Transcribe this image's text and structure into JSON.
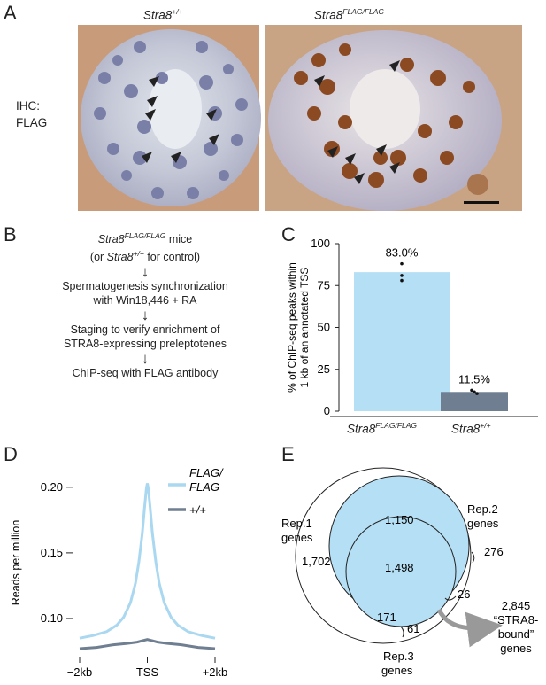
{
  "panel_a": {
    "label": "A",
    "col1": {
      "base": "Stra8",
      "sup": "+/+"
    },
    "col2": {
      "base": "Stra8",
      "sup": "FLAG/FLAG"
    },
    "row_label_1": "IHC:",
    "row_label_2": "FLAG"
  },
  "panel_b": {
    "label": "B",
    "step1_base": "Stra8",
    "step1_sup": "FLAG/FLAG",
    "step1_suffix": " mice",
    "step1b_prefix": "(or ",
    "step1b_base": "Stra8",
    "step1b_sup": "+/+",
    "step1b_suffix": " for control)",
    "step2a": "Spermatogenesis synchronization",
    "step2b": "with Win18,446 + RA",
    "step3a": "Staging to verify enrichment of",
    "step3b": "STRA8-expressing preleptotenes",
    "step4": "ChIP-seq with FLAG antibody",
    "arrow": "↓"
  },
  "panel_c": {
    "label": "C",
    "ylabel_1": "% of ChIP-seq peaks within",
    "ylabel_2": "1 kb of an annotated TSS",
    "chart_data": {
      "type": "bar",
      "categories": [
        "Stra8 FLAG/FLAG",
        "Stra8 +/+"
      ],
      "values": [
        83.0,
        11.5
      ],
      "value_labels": [
        "83.0%",
        "11.5%"
      ],
      "replicates": [
        [
          88,
          81,
          78
        ],
        [
          12.5,
          11.5,
          10.5
        ]
      ],
      "ylim": [
        0,
        100
      ],
      "yticks": [
        0,
        25,
        50,
        75,
        100
      ],
      "colors": [
        "#b5dff5",
        "#6f7f91"
      ]
    },
    "cat1": {
      "base": "Stra8",
      "sup": "FLAG/FLAG"
    },
    "cat2": {
      "base": "Stra8",
      "sup": "+/+"
    }
  },
  "panel_d": {
    "label": "D",
    "ylabel": "Reads per million",
    "legend_flag_1": "FLAG/",
    "legend_flag_2": "FLAG",
    "legend_wt": "+/+",
    "chart_data": {
      "type": "line",
      "xticks": [
        "−2kb",
        "TSS",
        "+2kb"
      ],
      "yticks": [
        0.1,
        0.15,
        0.2
      ],
      "ylim": [
        0.075,
        0.21
      ],
      "series": [
        {
          "name": "FLAG/FLAG",
          "color": "#a9d8f0",
          "x": [
            -2000,
            -1600,
            -1200,
            -900,
            -700,
            -500,
            -350,
            -250,
            -150,
            -80,
            -30,
            0,
            30,
            80,
            150,
            250,
            350,
            500,
            700,
            900,
            1200,
            1600,
            2000
          ],
          "y": [
            0.085,
            0.087,
            0.09,
            0.095,
            0.101,
            0.112,
            0.127,
            0.143,
            0.165,
            0.185,
            0.199,
            0.203,
            0.199,
            0.185,
            0.165,
            0.143,
            0.127,
            0.112,
            0.101,
            0.095,
            0.09,
            0.087,
            0.085
          ]
        },
        {
          "name": "+/+",
          "color": "#6f7f91",
          "x": [
            -2000,
            -1500,
            -1000,
            -600,
            -300,
            -150,
            0,
            150,
            300,
            600,
            1000,
            1500,
            2000
          ],
          "y": [
            0.077,
            0.078,
            0.08,
            0.081,
            0.082,
            0.083,
            0.084,
            0.083,
            0.082,
            0.081,
            0.08,
            0.078,
            0.077
          ]
        }
      ]
    }
  },
  "panel_e": {
    "label": "E",
    "rep1_a": "Rep.1",
    "rep1_b": "genes",
    "rep2_a": "Rep.2",
    "rep2_b": "genes",
    "rep3_a": "Rep.3",
    "rep3_b": "genes",
    "n_1702": "1,702",
    "n_1150": "1,150",
    "n_1498": "1,498",
    "n_276": "276",
    "n_26": "26",
    "n_171": "171",
    "n_61": "61",
    "bound_1": "2,845",
    "bound_2": "“STRA8-",
    "bound_3": "bound”",
    "bound_4": "genes",
    "fill_color": "#b5dff5"
  }
}
